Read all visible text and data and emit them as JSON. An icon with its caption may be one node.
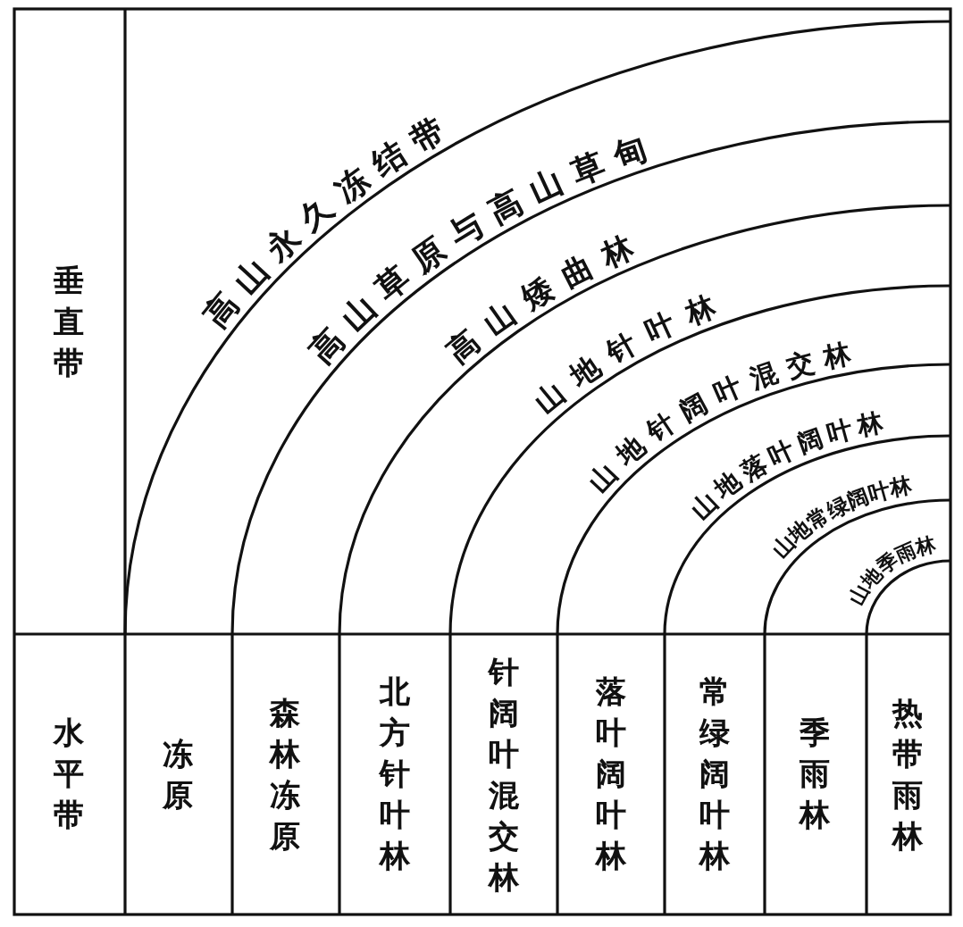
{
  "diagram": {
    "labels": [
      "垂直带",
      "高山永久冻结带",
      "高山草原与高山草甸",
      "高山矮曲林",
      "山地针叶林",
      "山地针阔叶混交林",
      "山地落叶阔叶林",
      "山地常绿阔叶林",
      "山地季雨林",
      "水平带",
      "冻原",
      "森林冻原",
      "北方针叶林",
      "针阔叶混交林",
      "落叶阔叶林",
      "常绿阔叶林",
      "季雨林",
      "热带雨林"
    ]
  }
}
